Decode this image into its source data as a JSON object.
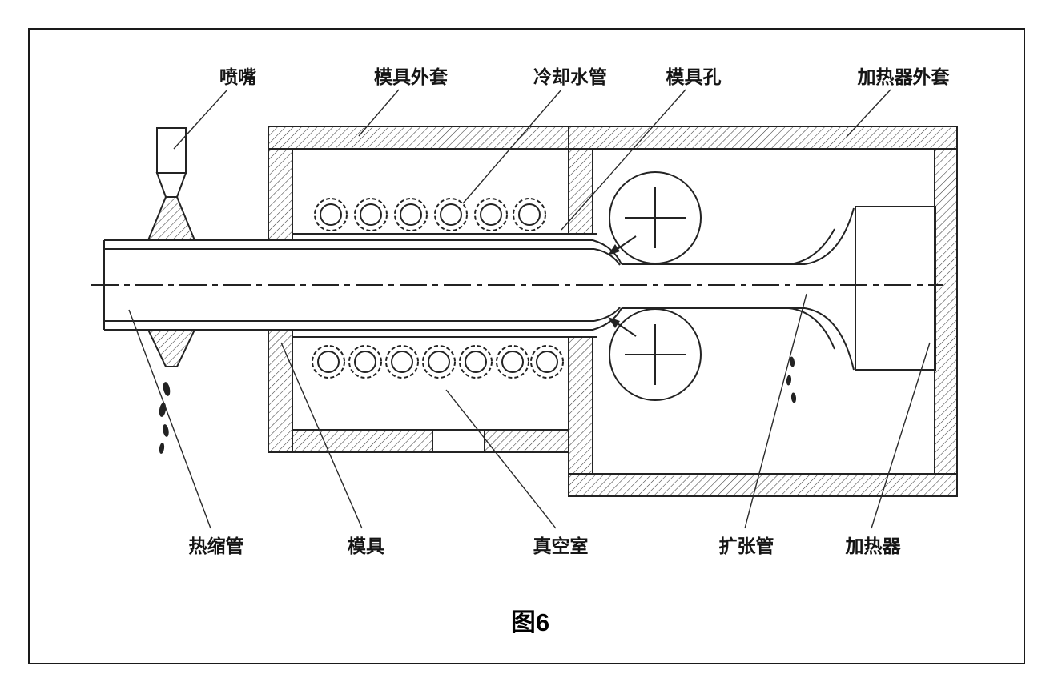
{
  "figure": {
    "caption": "图6",
    "top_labels": [
      {
        "text": "喷嘴"
      },
      {
        "text": "模具外套"
      },
      {
        "text": "冷却水管"
      },
      {
        "text": "模具孔"
      },
      {
        "text": "加热器外套"
      }
    ],
    "bottom_labels": [
      {
        "text": "热缩管"
      },
      {
        "text": "模具"
      },
      {
        "text": "真空室"
      },
      {
        "text": "扩张管"
      },
      {
        "text": "加热器"
      }
    ],
    "colors": {
      "line": "#222222",
      "hatch": "#3a3a3a",
      "background": "#ffffff"
    }
  }
}
